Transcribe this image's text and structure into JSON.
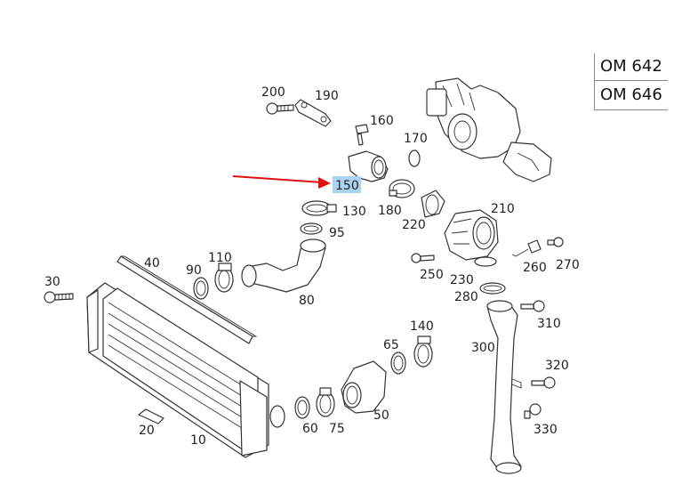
{
  "engine_codes": [
    "OM 642",
    "OM 646"
  ],
  "highlighted_part": "150",
  "colors": {
    "arrow": "#e01010",
    "highlight": "#a9d3ee",
    "line": "#333333"
  },
  "part_labels": {
    "p10": "10",
    "p20": "20",
    "p30": "30",
    "p40": "40",
    "p50": "50",
    "p60": "60",
    "p65": "65",
    "p75": "75",
    "p80": "80",
    "p90": "90",
    "p95": "95",
    "p110": "110",
    "p130": "130",
    "p140": "140",
    "p150": "150",
    "p160": "160",
    "p170": "170",
    "p180": "180",
    "p190": "190",
    "p200": "200",
    "p210": "210",
    "p220": "220",
    "p230": "230",
    "p250": "250",
    "p260": "260",
    "p270": "270",
    "p280": "280",
    "p300": "300",
    "p310": "310",
    "p320": "320",
    "p330": "330"
  }
}
